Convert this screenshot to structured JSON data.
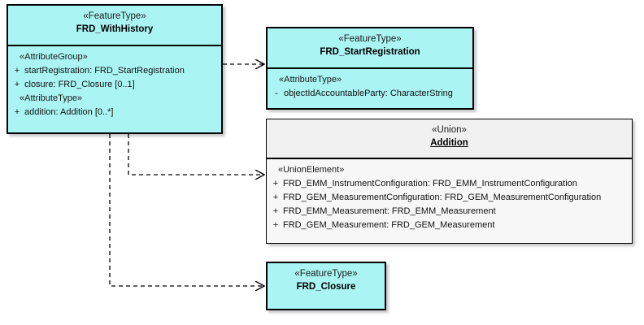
{
  "diagram": {
    "type": "uml-class-diagram",
    "background": "#ffffff",
    "featuretype_fill": "#aaf4f4",
    "union_fill": "#f0f0f0",
    "line_color": "#000000"
  },
  "classes": {
    "frd_with_history": {
      "stereotype": "«FeatureType»",
      "name": "FRD_WithHistory",
      "groups": [
        {
          "label": "«AttributeGroup»",
          "attributes": [
            {
              "visibility": "+",
              "text": "startRegistration: FRD_StartRegistration"
            },
            {
              "visibility": "+",
              "text": "closure: FRD_Closure [0..1]"
            }
          ]
        },
        {
          "label": "«AttributeType»",
          "attributes": [
            {
              "visibility": "+",
              "text": "addition: Addition [0..*]"
            }
          ]
        }
      ]
    },
    "frd_start_registration": {
      "stereotype": "«FeatureType»",
      "name": "FRD_StartRegistration",
      "groups": [
        {
          "label": "«AttributeType»",
          "attributes": [
            {
              "visibility": "-",
              "text": "objectIdAccountableParty: CharacterString"
            }
          ]
        }
      ]
    },
    "addition": {
      "stereotype": "«Union»",
      "name": "Addition",
      "groups": [
        {
          "label": "«UnionElement»",
          "attributes": [
            {
              "visibility": "+",
              "text": "FRD_EMM_InstrumentConfiguration: FRD_EMM_InstrumentConfiguration"
            },
            {
              "visibility": "+",
              "text": "FRD_GEM_MeasurementConfiguration: FRD_GEM_MeasurementConfiguration"
            },
            {
              "visibility": "+",
              "text": "FRD_EMM_Measurement: FRD_EMM_Measurement"
            },
            {
              "visibility": "+",
              "text": "FRD_GEM_Measurement: FRD_GEM_Measurement"
            }
          ]
        }
      ]
    },
    "frd_closure": {
      "stereotype": "«FeatureType»",
      "name": "FRD_Closure",
      "groups": []
    }
  },
  "connectors": [
    {
      "name": "dependency-withhistory-to-startregistration",
      "kind": "dependency",
      "style": "dashed-open-arrow",
      "from": "frd_with_history",
      "to": "frd_start_registration"
    },
    {
      "name": "dependency-withhistory-to-addition",
      "kind": "dependency",
      "style": "dashed-open-arrow",
      "from": "frd_with_history",
      "to": "addition"
    },
    {
      "name": "dependency-withhistory-to-closure",
      "kind": "dependency",
      "style": "dashed-open-arrow",
      "from": "frd_with_history",
      "to": "frd_closure"
    }
  ]
}
